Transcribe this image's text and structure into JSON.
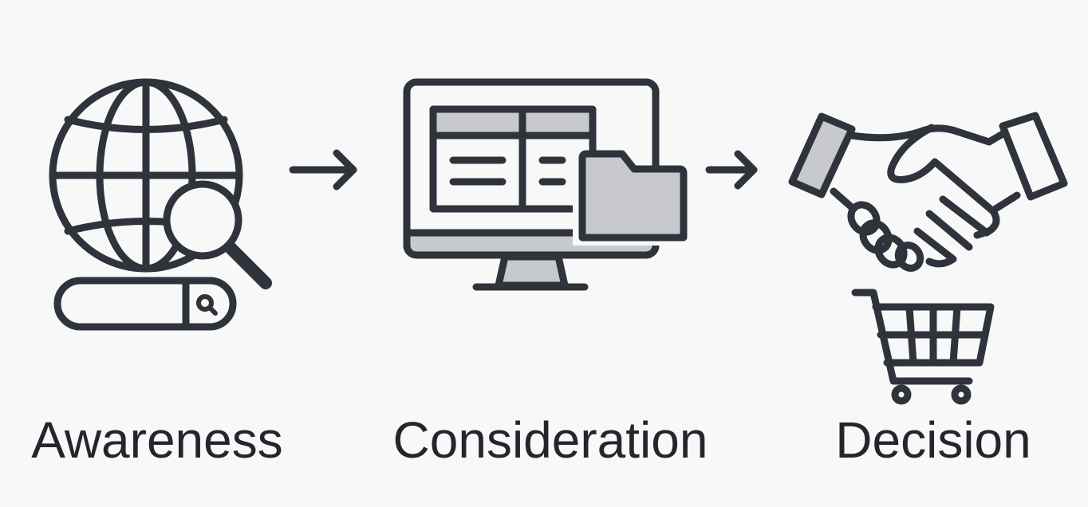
{
  "stages": [
    {
      "label": "Awareness",
      "icon": "globe-search-icon"
    },
    {
      "label": "Consideration",
      "icon": "monitor-folder-icon"
    },
    {
      "label": "Decision",
      "icon": "handshake-cart-icon"
    }
  ],
  "colors": {
    "stroke": "#2f333b",
    "fill": "#c8c9cc",
    "background": "#f8f8f8"
  }
}
